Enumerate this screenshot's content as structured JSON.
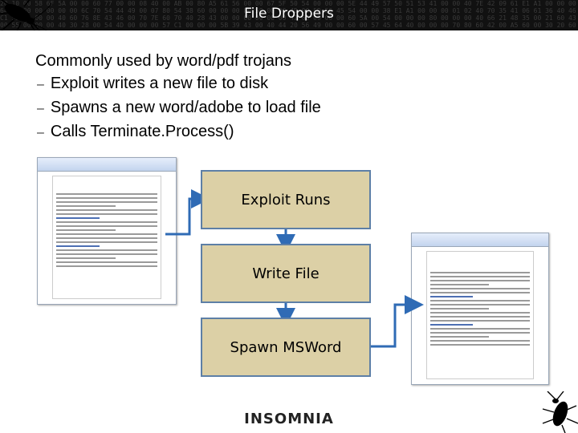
{
  "header": {
    "title": "File Droppers",
    "background_color": "#111111"
  },
  "bullets": {
    "main": "Commonly used by word/pdf trojans",
    "dash": "–",
    "items": [
      "Exploit writes a new file to disk",
      "Spawns a new word/adobe to load file",
      "Calls Terminate.Process()"
    ]
  },
  "flow": {
    "steps": [
      "Exploit Runs",
      "Write File",
      "Spawn MSWord"
    ],
    "box_fill": "#dcd0a6",
    "box_border": "#5d7fa6",
    "arrow_color": "#2f6bb5"
  },
  "footer": {
    "logo": "INSOMNIA"
  },
  "icons": [
    "cockroach-icon",
    "document-thumbnail-icon"
  ]
}
